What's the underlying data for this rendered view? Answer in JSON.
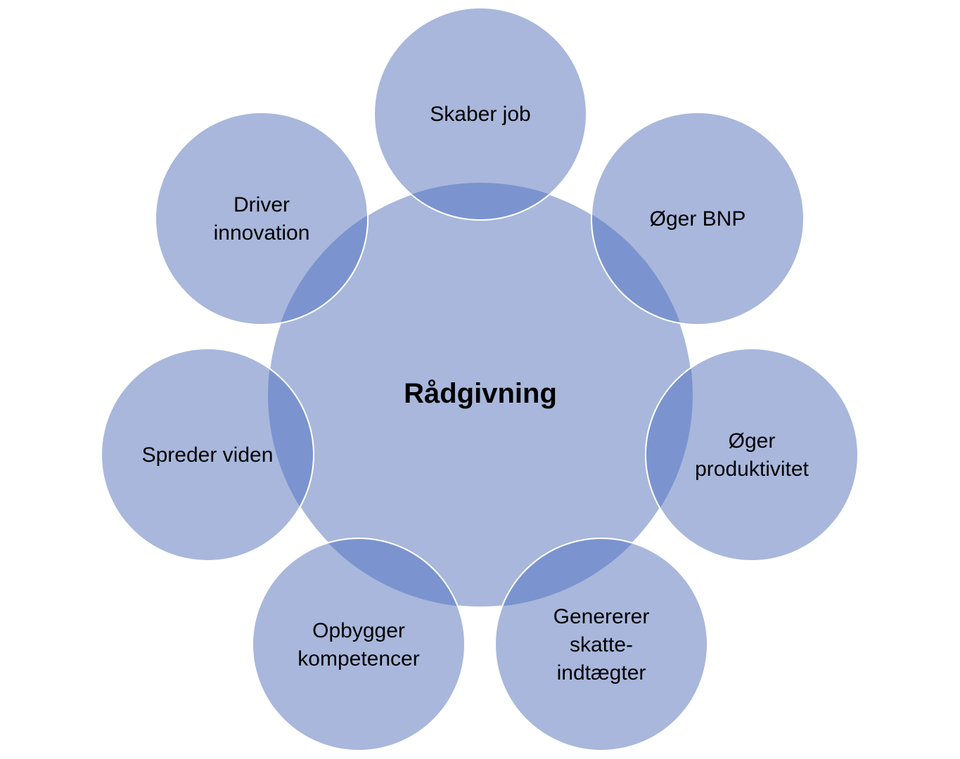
{
  "colors": {
    "circle_fill": "#a8b7db",
    "overlap_fill": "#7b94cf",
    "circle_stroke": "#ffffff",
    "text": "#000000"
  },
  "center": {
    "label": "Rådgivning"
  },
  "nodes": [
    {
      "id": "skaber-job",
      "lines": [
        "Skaber job"
      ]
    },
    {
      "id": "oeger-bnp",
      "lines": [
        "Øger BNP"
      ]
    },
    {
      "id": "oeger-produktivitet",
      "lines": [
        "Øger",
        "produktivitet"
      ]
    },
    {
      "id": "genererer-skatteindtaegter",
      "lines": [
        "Genererer",
        "skatte-",
        "indtægter"
      ]
    },
    {
      "id": "opbygger-kompetencer",
      "lines": [
        "Opbygger",
        "kompetencer"
      ]
    },
    {
      "id": "spreder-viden",
      "lines": [
        "Spreder viden"
      ]
    },
    {
      "id": "driver-innovation",
      "lines": [
        "Driver",
        "innovation"
      ]
    }
  ]
}
